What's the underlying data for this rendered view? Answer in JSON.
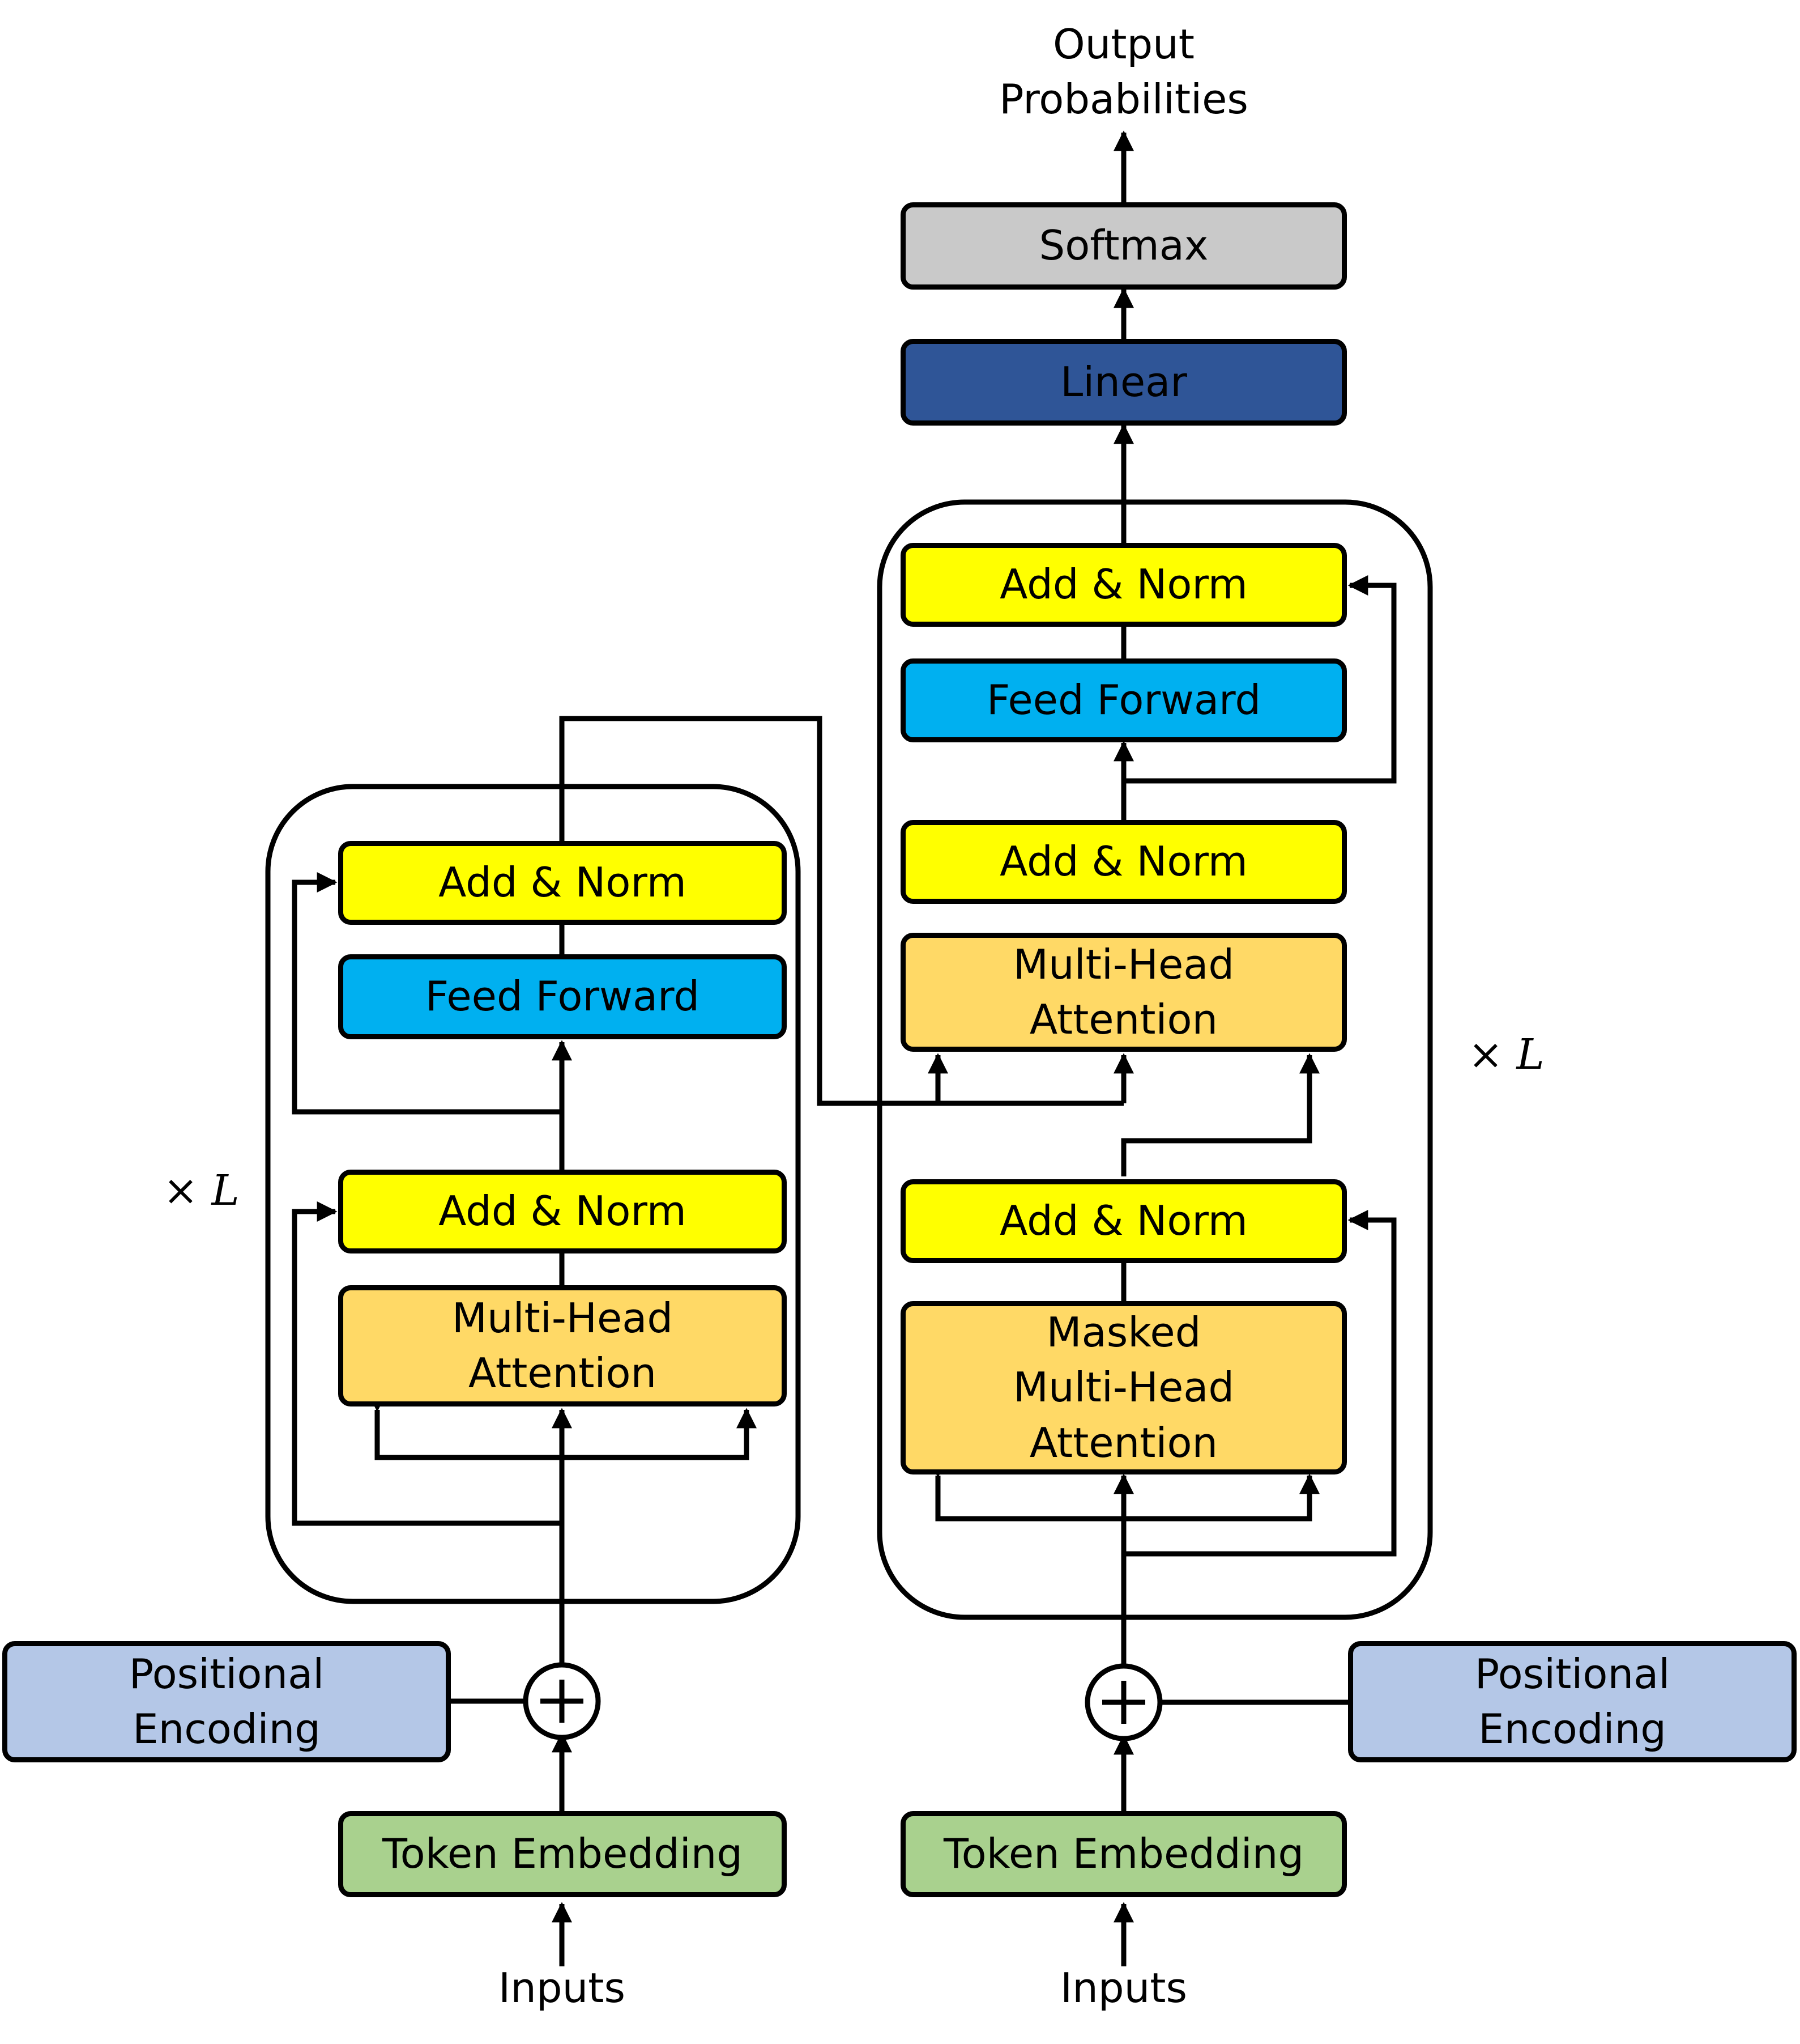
{
  "colors": {
    "add_norm": "#ffff00",
    "feed_forward": "#00b0f0",
    "attention": "#ffd966",
    "linear": "#2f5597",
    "softmax": "#c9c9c9",
    "embedding": "#a9d18e",
    "positional": "#b4c7e7",
    "stroke": "#000000"
  },
  "icons": {
    "sum": "circle-plus-icon"
  },
  "output_label": "Output\nProbabilities",
  "softmax": "Softmax",
  "linear": "Linear",
  "encoder": {
    "add_norm_top": "Add & Norm",
    "feed_forward": "Feed Forward",
    "add_norm_bottom": "Add & Norm",
    "attention": "Multi-Head\nAttention",
    "repeat": {
      "symbol": "×",
      "var": "L"
    },
    "positional": "Positional\nEncoding",
    "embedding": "Token Embedding",
    "input": "Inputs"
  },
  "decoder": {
    "add_norm_top": "Add & Norm",
    "feed_forward": "Feed Forward",
    "add_norm_mid": "Add & Norm",
    "cross_attention": "Multi-Head\nAttention",
    "add_norm_bottom": "Add & Norm",
    "masked_attention": "Masked\nMulti-Head\nAttention",
    "repeat": {
      "symbol": "×",
      "var": "L"
    },
    "positional": "Positional\nEncoding",
    "embedding": "Token Embedding",
    "input": "Inputs"
  }
}
